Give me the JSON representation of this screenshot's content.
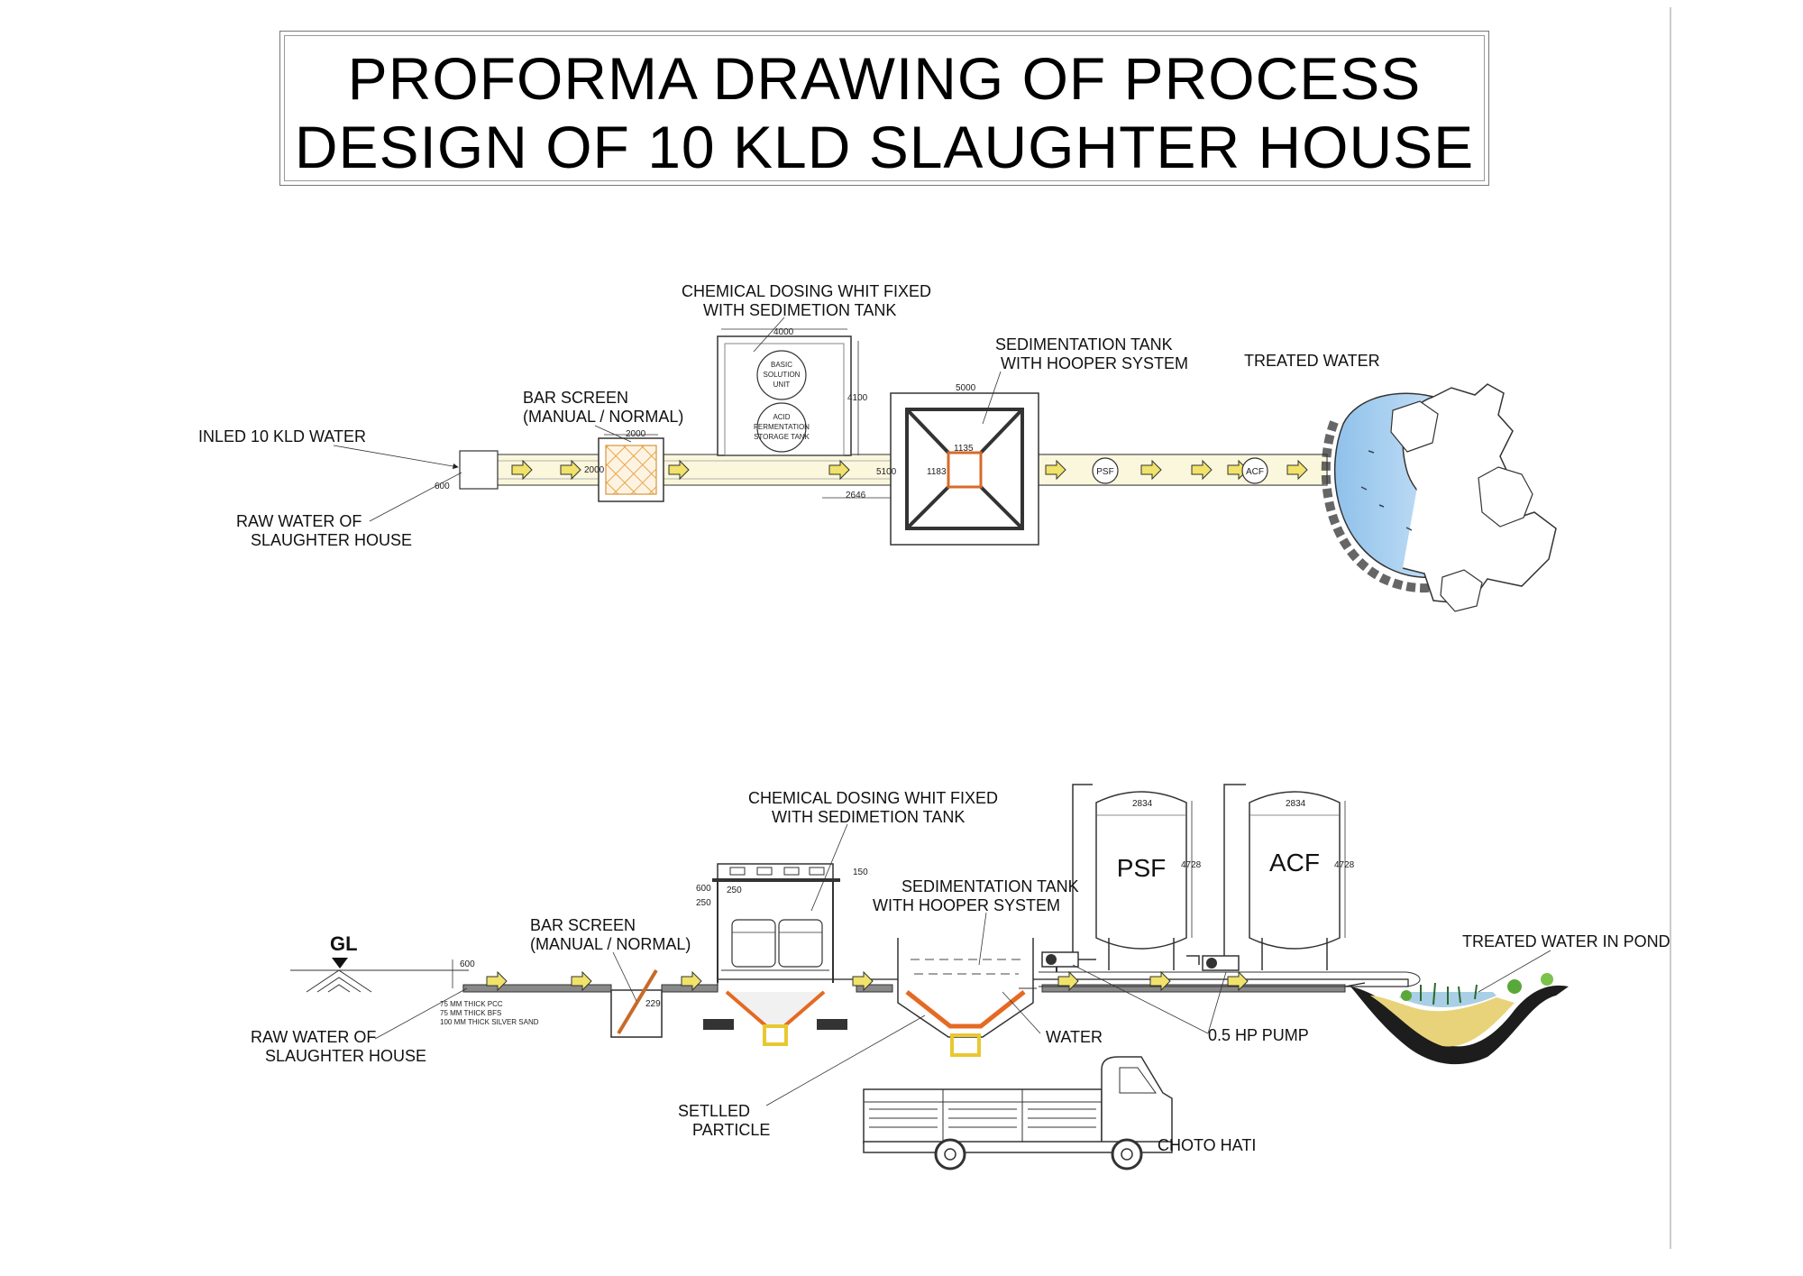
{
  "title": {
    "line1": "PROFORMA DRAWING OF PROCESS",
    "line2": "DESIGN OF 10 KLD SLAUGHTER HOUSE"
  },
  "plan": {
    "inlet_label": "INLED 10 KLD WATER",
    "raw_water_line1": "RAW WATER OF",
    "raw_water_line2": "SLAUGHTER HOUSE",
    "bar_screen_line1": "BAR SCREEN",
    "bar_screen_line2": "(MANUAL / NORMAL)",
    "chem_line1": "CHEMICAL DOSING WHIT FIXED",
    "chem_line2": "WITH SEDIMETION TANK",
    "sed_line1": "SEDIMENTATION TANK",
    "sed_line2": "WITH HOOPER SYSTEM",
    "treated_label": "TREATED WATER",
    "basic_tank": [
      "BASIC",
      "SOLUTION",
      "UNIT"
    ],
    "acid_tank": [
      "ACID",
      "FERMENTATION",
      "STORAGE TANK"
    ],
    "psf": "PSF",
    "acf": "ACF",
    "dims": {
      "pipe": "600",
      "bar_w": "2000",
      "bar_h": "2000",
      "chem_w": "4000",
      "chem_h": "4100",
      "sed_w": "5000",
      "sed_h": "5100",
      "gap": "2646",
      "hop_w": "1135",
      "hop_h": "1183"
    }
  },
  "section": {
    "gl": "GL",
    "raw_water_line1": "RAW WATER OF",
    "raw_water_line2": "SLAUGHTER HOUSE",
    "bar_screen_line1": "BAR SCREEN",
    "bar_screen_line2": "(MANUAL / NORMAL)",
    "chem_line1": "CHEMICAL DOSING WHIT FIXED",
    "chem_line2": "WITH SEDIMETION TANK",
    "sed_line1": "SEDIMENTATION TANK",
    "sed_line2": "WITH HOOPER SYSTEM",
    "psf": "PSF",
    "acf": "ACF",
    "water": "WATER",
    "pump": "0.5 HP PUMP",
    "settled_line1": "SETLLED",
    "settled_line2": "PARTICLE",
    "truck": "CHOTO HATI",
    "pond": "TREATED WATER IN POND",
    "layer_1": "75 MM THICK PCC",
    "layer_2": "75 MM THICK BFS",
    "layer_3": "100 MM THICK SILVER SAND",
    "dims": {
      "pipe": "600",
      "screen_depth": "229",
      "chem_top": "150",
      "chem_600": "600",
      "chem_250a": "250",
      "chem_250b": "250",
      "psf_w": "2834",
      "psf_h": "4728",
      "acf_w": "2834",
      "acf_h": "4728"
    }
  }
}
